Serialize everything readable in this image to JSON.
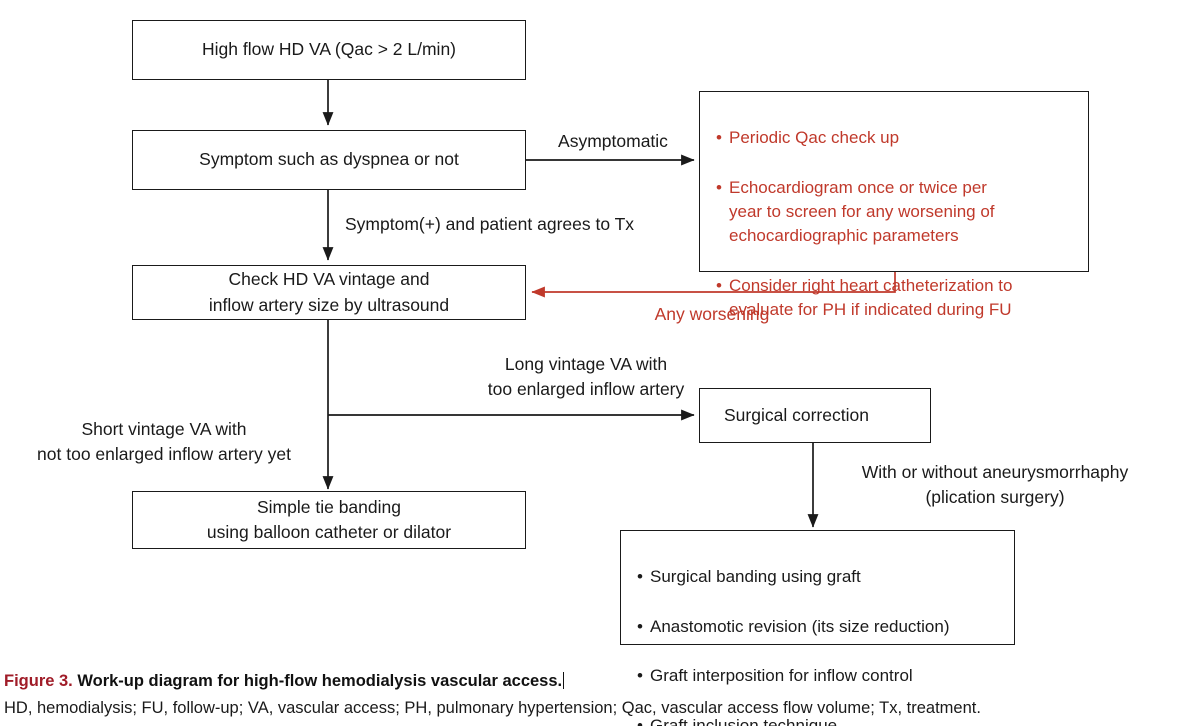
{
  "figure": {
    "label": "Figure 3.",
    "title": "Work-up diagram for high-flow hemodialysis vascular access.",
    "abbreviations": "HD, hemodialysis; FU, follow-up; VA, vascular access; PH, pulmonary hypertension; Qac, vascular access flow volume; Tx, treatment."
  },
  "colors": {
    "red": "#c0392b",
    "caption_red": "#a01c28",
    "ink": "#1a1a1a"
  },
  "nodes": {
    "start": "High flow HD VA (Qac > 2 L/min)",
    "symptom": "Symptom such as dyspnea or not",
    "check": "Check HD VA vintage and\ninflow artery size by ultrasound",
    "tie_banding": "Simple tie banding\nusing balloon catheter or dilator",
    "surgical_correction": "Surgical correction",
    "followup_bullets": [
      "Periodic Qac check up",
      "Echocardiogram once or twice per\n  year to screen for any worsening of\n  echocardiographic parameters",
      "Consider right heart catheterization to\n  evaluate for PH if indicated during FU"
    ],
    "surgical_options_bullets": [
      "Surgical banding using graft",
      "Anastomotic revision (its size reduction)",
      "Graft interposition for inflow control",
      "Graft inclusion technique"
    ]
  },
  "edge_labels": {
    "asymptomatic": "Asymptomatic",
    "symptom_positive": "Symptom(+) and patient agrees to Tx",
    "any_worsening": "Any worsening",
    "long_vintage": "Long vintage VA with\ntoo enlarged inflow artery",
    "short_vintage": "Short vintage VA with\nnot too enlarged inflow artery yet",
    "aneurysmorrhaphy": "With or without aneurysmorrhaphy\n(plication surgery)"
  }
}
